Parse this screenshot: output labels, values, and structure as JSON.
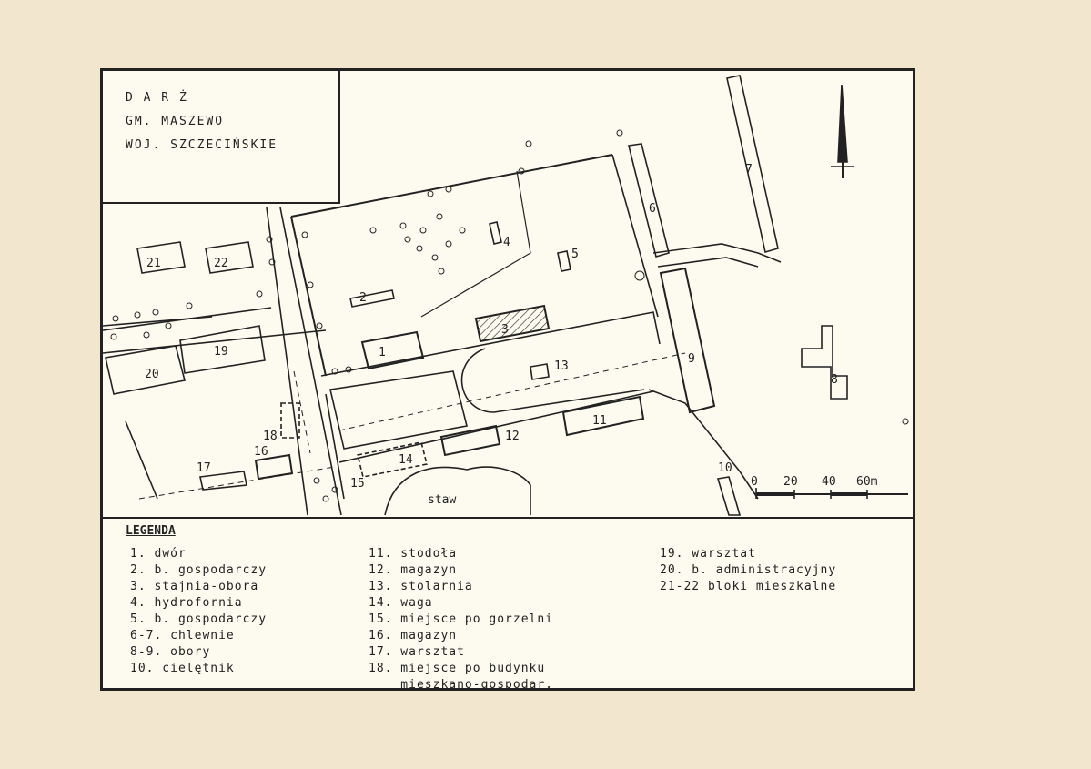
{
  "title": {
    "line1": "D A R Ż",
    "line2": "GM. MASZEWO",
    "line3": "WOJ. SZCZECIŃSKIE"
  },
  "scale": {
    "ticks": [
      "0",
      "20",
      "40",
      "60m"
    ]
  },
  "map_labels": {
    "b1": "1",
    "b2": "2",
    "b3": "3",
    "b4": "4",
    "b5": "5",
    "b6": "6",
    "b7": "7",
    "b8": "8",
    "b9": "9",
    "b10": "10",
    "b11": "11",
    "b12": "12",
    "b13": "13",
    "b14": "14",
    "b15": "15",
    "b16": "16",
    "b17": "17",
    "b18": "18",
    "b19": "19",
    "b20": "20",
    "b21": "21",
    "b22": "22",
    "pond": "staw"
  },
  "legend": {
    "heading": "LEGENDA",
    "col1": [
      "1. dwór",
      "2. b. gospodarczy",
      "3. stajnia-obora",
      "4. hydrofornia",
      "5. b. gospodarczy",
      "6-7. chlewnie",
      "8-9. obory",
      "10. cielętnik"
    ],
    "col2": [
      "11. stodoła",
      "12. magazyn",
      "13. stolarnia",
      "14. waga",
      "15. miejsce po gorzelni",
      "16. magazyn",
      "17. warsztat",
      "18. miejsce po budynku",
      "    mieszkano-gospodar."
    ],
    "col3": [
      "19. warsztat",
      "20. b. administracyjny",
      "21-22 bloki mieszkalne"
    ]
  }
}
